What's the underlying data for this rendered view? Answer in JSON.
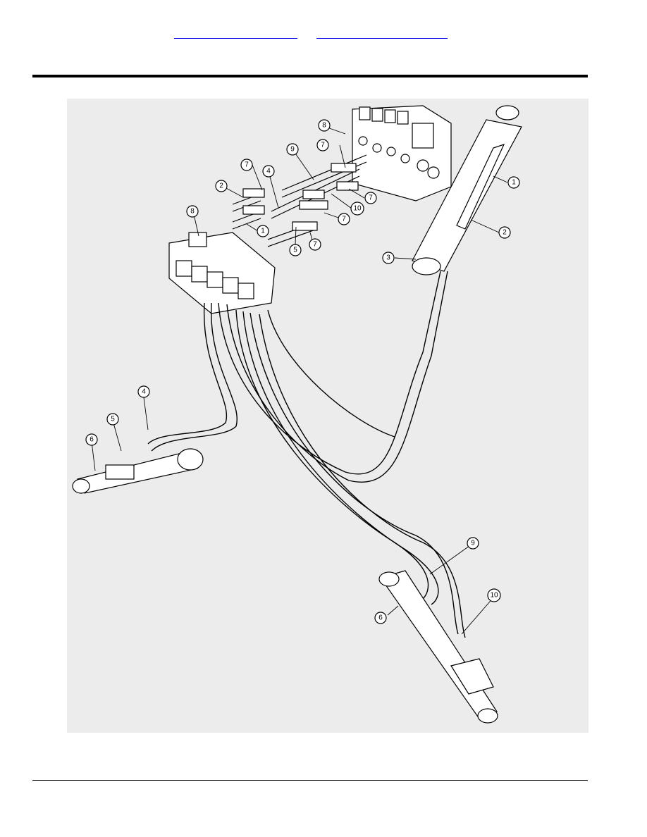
{
  "header": {
    "link_left": "",
    "link_right": ""
  },
  "callouts": [
    {
      "id": "c1",
      "label": "1"
    },
    {
      "id": "c2",
      "label": "2"
    },
    {
      "id": "c3",
      "label": "3"
    },
    {
      "id": "c4",
      "label": "4"
    },
    {
      "id": "c5",
      "label": "5"
    },
    {
      "id": "c6",
      "label": "6"
    },
    {
      "id": "c7",
      "label": "7"
    },
    {
      "id": "c8",
      "label": "8"
    },
    {
      "id": "c9",
      "label": "9"
    },
    {
      "id": "c10",
      "label": "10"
    }
  ],
  "colors": {
    "rule": "#000000",
    "link": "#0000ee",
    "diagram_background": "#ececec"
  }
}
